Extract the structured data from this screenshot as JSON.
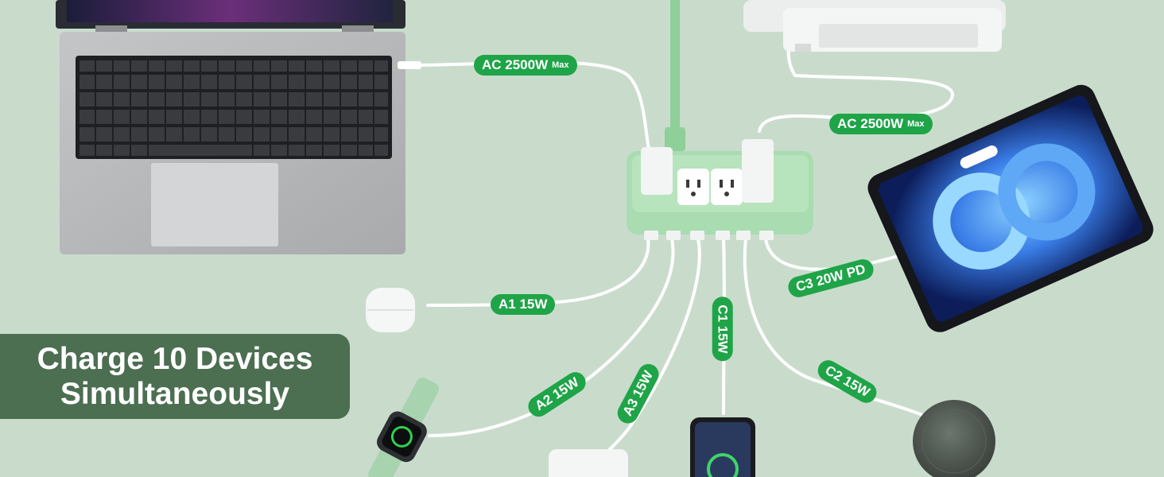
{
  "headline": {
    "line1": "Charge 10 Devices",
    "line2": "Simultaneously"
  },
  "labels": {
    "ac_left": {
      "main": "AC 2500W",
      "suffix": "Max"
    },
    "ac_right": {
      "main": "AC 2500W",
      "suffix": "Max"
    },
    "a1": "A1 15W",
    "a2": "A2 15W",
    "a3": "A3 15W",
    "c1": "C1 15W",
    "c2": "C2 15W",
    "c3": "C3 20W PD"
  },
  "colors": {
    "background": "#c9dccc",
    "label_green": "#1fa448",
    "headline_bg": "#4c6e51",
    "strip_green": "#a9dcb0"
  }
}
